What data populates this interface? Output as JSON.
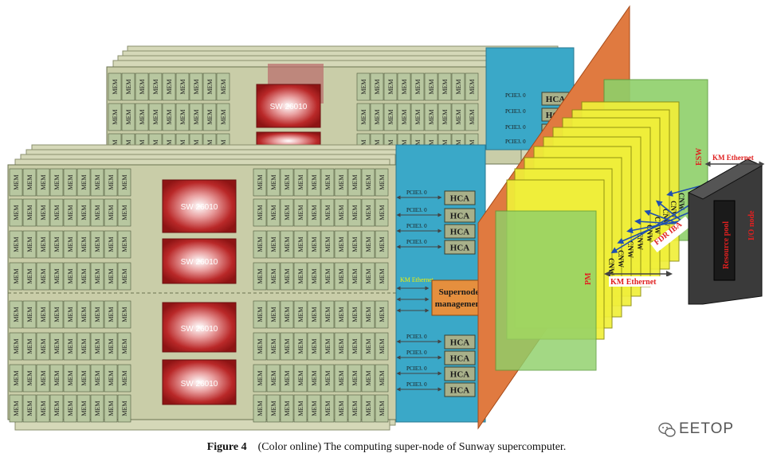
{
  "diagram": {
    "mem_label": "MEM",
    "chip_label": "SW 26010",
    "pcie_label": "PCIE3. 0",
    "hca_label": "HCA",
    "km_ethernet_small": "KM Ethernet",
    "supernode_mgmt": [
      "Supernode",
      "management"
    ],
    "pm_label": "PM",
    "esw_label": "ESW",
    "cnw_label": "CNW",
    "fdr_iba_label": "FDR IBA",
    "km_ethernet_lower": "KM Ethernet",
    "km_ethernet_upper": "KM Ethernet",
    "io_node_label": "I/O node",
    "resource_pool_label": "Resource pool"
  },
  "caption": {
    "figure_label": "Figure 4",
    "text": "(Color online) The computing super-node of Sunway supercomputer."
  },
  "watermark": {
    "text": "EETOP"
  },
  "colors": {
    "teal_panel": "#3aa8c8",
    "orange_plane": "#e07a40",
    "green_plane": "#8fd06a",
    "yellow_plane": "#f0ef3a",
    "chip_red": "#b22a2a",
    "dark_box": "#3a3a3a"
  }
}
